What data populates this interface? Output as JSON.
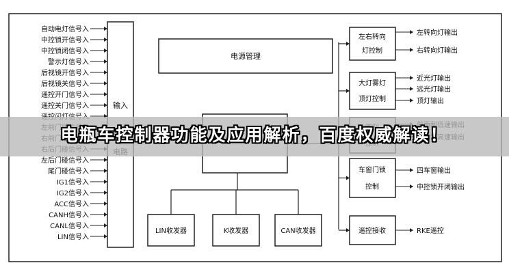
{
  "diagram": {
    "inputs": [
      "自动电灯信号入",
      "中控锁开信号入",
      "中控锁闭信号入",
      "警示灯信号入",
      "后视镜开信号入",
      "后视镜关信号入",
      "遥控开门信号入",
      "遥控关门信号入",
      "遥控闪灯信号入",
      "左前门碰信号入",
      "右前门碰信号入",
      "右后门碰信号入",
      "左后门碰信号入",
      "尾门碰信号入",
      "IG1信号入",
      "IG2信号入",
      "ACC信号入",
      "CANH信号入",
      "CANL信号入",
      "LIN信号入"
    ],
    "input_block": {
      "label1": "输入",
      "label2": "接口",
      "label3": "电路"
    },
    "power": "电源管理",
    "transceivers": [
      "LIN收发器",
      "K收发器",
      "CAN收发器"
    ],
    "control_groups": [
      {
        "lines": [
          "左右转向",
          "灯控制"
        ],
        "outputs": [
          "左转向灯输出",
          "右转向灯输出"
        ]
      },
      {
        "lines": [
          "大灯雾灯",
          "顶灯控制"
        ],
        "outputs": [
          "近光灯输出",
          "远光灯输出",
          "顶灯输出"
        ]
      },
      {
        "lines": [
          "雨刮",
          "控制"
        ],
        "outputs": [
          "前雨刮低速输出",
          "前雨刮高速输出"
        ]
      },
      {
        "lines": [
          "车窗门锁",
          "控制"
        ],
        "outputs": [
          "四车窗输出",
          "中控锁开闭输出"
        ]
      },
      {
        "lines": [
          "遥控接收"
        ],
        "outputs": [
          "RKE遥控"
        ]
      }
    ]
  },
  "overlay_title": "电瓶车控制器功能及应用解析，百度权威解读！",
  "colors": {
    "line": "#222222",
    "banner": "#b9b9b9"
  }
}
